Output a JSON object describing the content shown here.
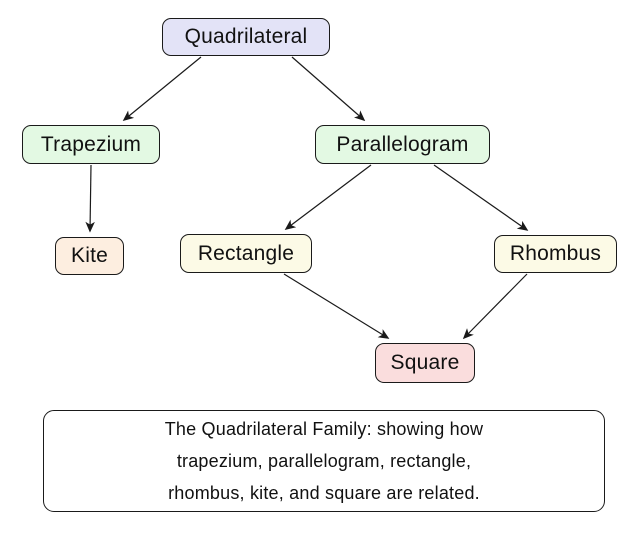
{
  "diagram_title": "The Quadrilateral Family",
  "colors": {
    "quadrilateral_fill": "#e3e3f7",
    "trapezium_fill": "#e3f9e3",
    "parallelogram_fill": "#e3f9e3",
    "kite_fill": "#fdeee0",
    "rectangle_fill": "#fcfae6",
    "rhombus_fill": "#fcfae6",
    "square_fill": "#fadddd",
    "border": "#1a1a1a",
    "arrow": "#1a1a1a",
    "background": "#ffffff"
  },
  "nodes": {
    "quadrilateral": {
      "label": "Quadrilateral",
      "fill": "#e3e3f7"
    },
    "trapezium": {
      "label": "Trapezium",
      "fill": "#e3f9e3"
    },
    "parallelogram": {
      "label": "Parallelogram",
      "fill": "#e3f9e3"
    },
    "kite": {
      "label": "Kite",
      "fill": "#fdeee0"
    },
    "rectangle": {
      "label": "Rectangle",
      "fill": "#fcfae6"
    },
    "rhombus": {
      "label": "Rhombus",
      "fill": "#fcfae6"
    },
    "square": {
      "label": "Square",
      "fill": "#fadddd"
    }
  },
  "edges": [
    {
      "from": "Quadrilateral",
      "to": "Trapezium"
    },
    {
      "from": "Quadrilateral",
      "to": "Parallelogram"
    },
    {
      "from": "Trapezium",
      "to": "Kite"
    },
    {
      "from": "Parallelogram",
      "to": "Rectangle"
    },
    {
      "from": "Parallelogram",
      "to": "Rhombus"
    },
    {
      "from": "Rectangle",
      "to": "Square"
    },
    {
      "from": "Rhombus",
      "to": "Square"
    }
  ],
  "caption": {
    "lines": [
      "The Quadrilateral Family: showing how",
      "trapezium, parallelogram, rectangle,",
      "rhombus, kite, and square are related."
    ]
  }
}
